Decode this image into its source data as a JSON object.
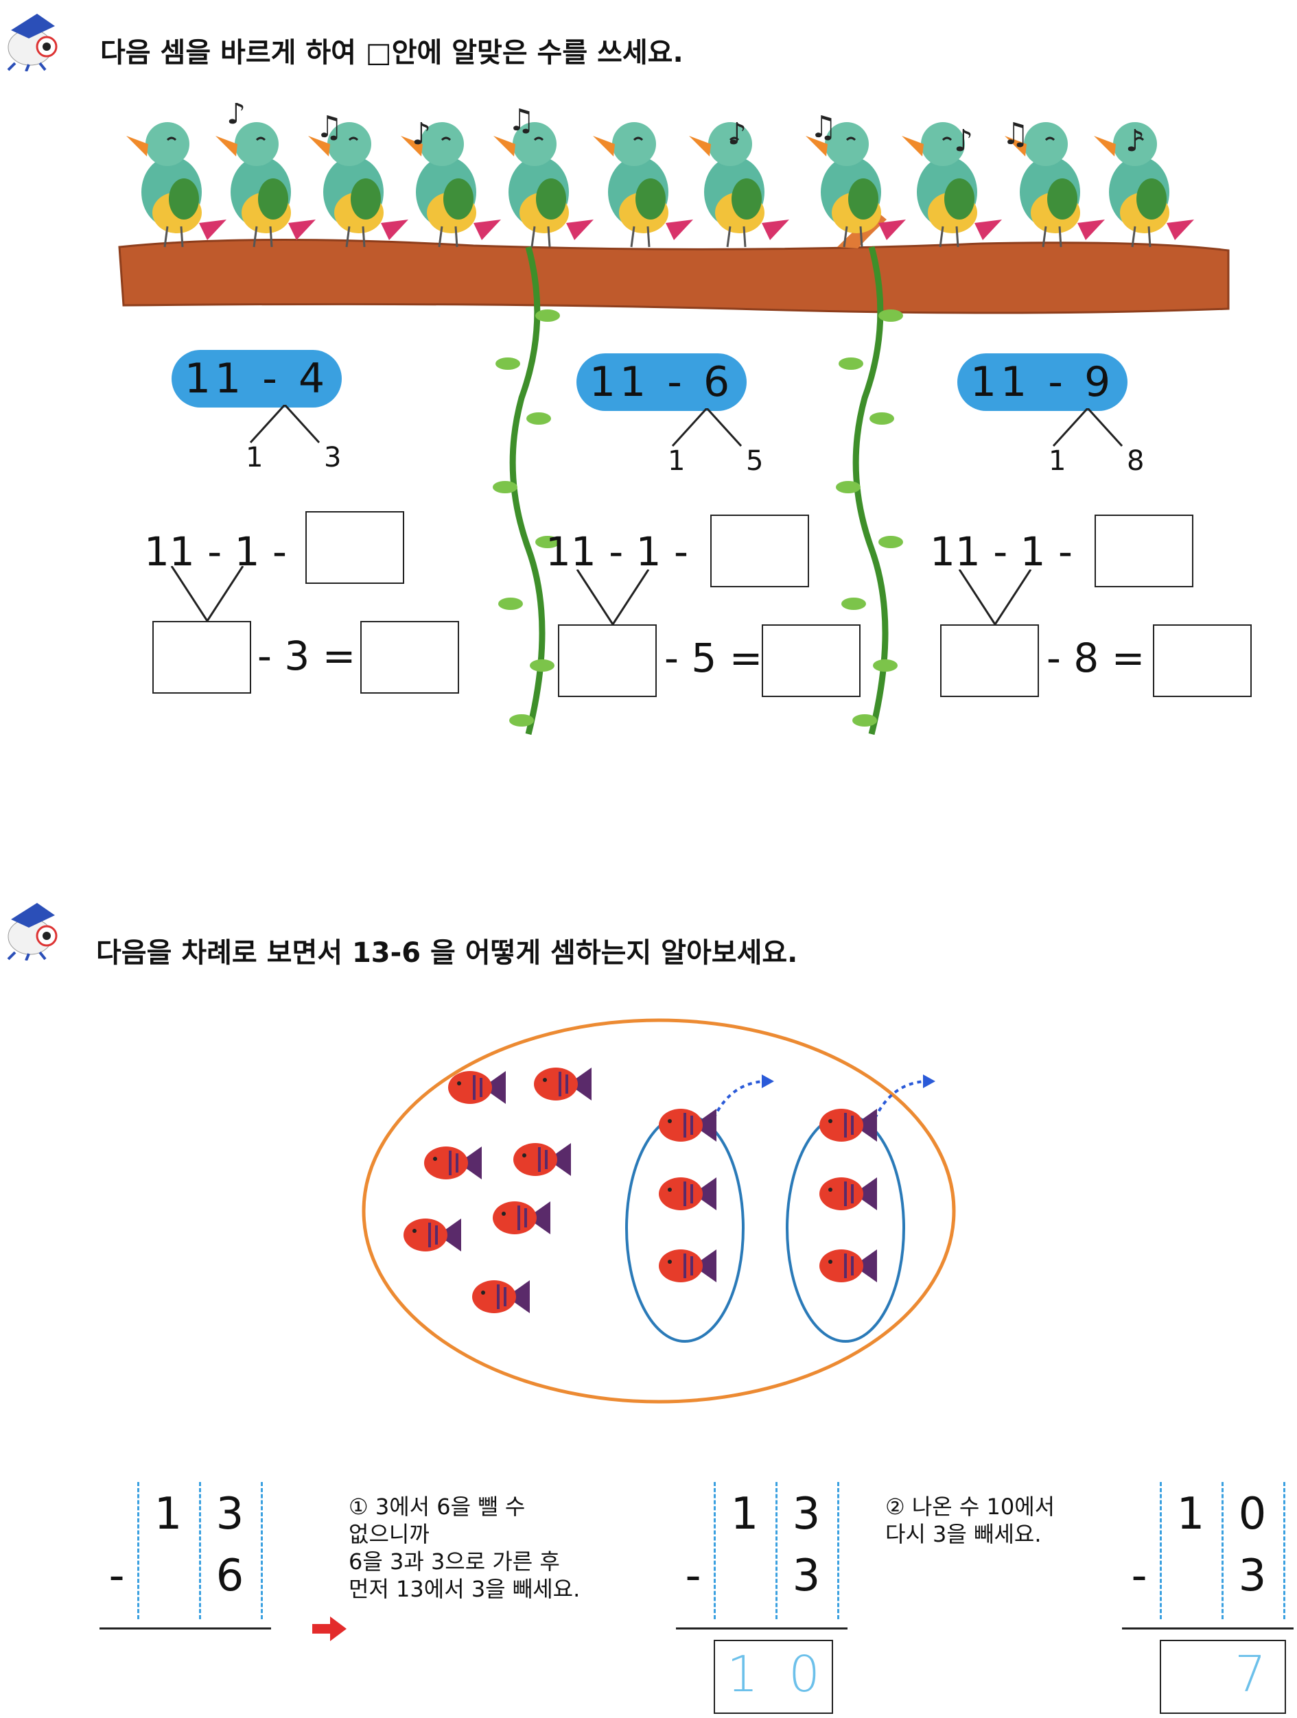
{
  "section1": {
    "instruction": "다음 셈을 바르게 하여 □안에 알맞은 수를 쓰세요.",
    "problems": [
      {
        "expression": "11 - 4",
        "split_left": "1",
        "split_right": "3",
        "first_line": "11 - 1 -",
        "second_line_op": "- 3 ="
      },
      {
        "expression": "11 - 6",
        "split_left": "1",
        "split_right": "5",
        "first_line": "11 - 1 -",
        "second_line_op": "- 5 ="
      },
      {
        "expression": "11 - 9",
        "split_left": "1",
        "split_right": "8",
        "first_line": "11 - 1 -",
        "second_line_op": "- 8 ="
      }
    ]
  },
  "section2": {
    "instruction": "다음을 차례로 보면서 13-6 을 어떻게 셈하는지 알아보세요.",
    "step0": {
      "top": [
        "1",
        "3"
      ],
      "bottom": [
        "",
        "6"
      ],
      "minus": "-"
    },
    "step1_note": "① 3에서 6을 뺄 수\n    없으니까\n    6을 3과 3으로 가른 후\n    먼저 13에서 3을 빼세요.",
    "step1": {
      "top": [
        "1",
        "3"
      ],
      "bottom": [
        "",
        "3"
      ],
      "minus": "-",
      "answer": [
        "1",
        "0"
      ]
    },
    "step2_note": "② 나온 수 10에서\n    다시 3을 빼세요.",
    "step2": {
      "top": [
        "1",
        "0"
      ],
      "bottom": [
        "",
        "3"
      ],
      "minus": "-",
      "answer": [
        "",
        "7"
      ]
    }
  },
  "colors": {
    "pill": "#3aa0e0",
    "branch": "#b8552a",
    "ellipse_outer": "#ec8a32",
    "ellipse_inner": "#2a7ab8",
    "fish": "#e63c2a",
    "arrow": "#e32b2b"
  }
}
